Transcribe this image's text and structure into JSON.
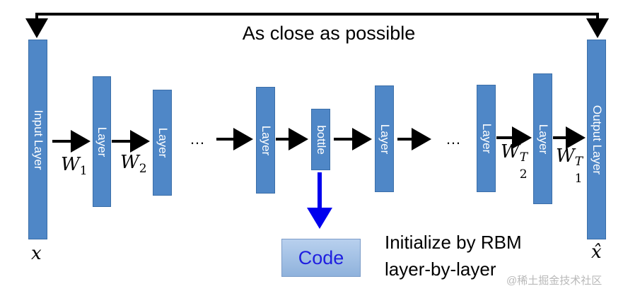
{
  "title": "As close as possible",
  "layers": {
    "input": "Input Layer",
    "output": "Output Layer",
    "hidden": "Layer",
    "bottle": "bottle"
  },
  "weights": {
    "w1": "W",
    "w1_sub": "1",
    "w2": "W",
    "w2_sub": "2",
    "w2t": "W",
    "w2t_sub": "2",
    "w2t_sup": "T",
    "w1t": "W",
    "w1t_sub": "1",
    "w1t_sup": "T"
  },
  "vars": {
    "x": "x",
    "x_hat": "x̂"
  },
  "ellipsis": "…",
  "code": "Code",
  "note": {
    "line1": "Initialize by RBM",
    "line2": "layer-by-layer"
  },
  "watermark": "@稀土掘金技术社区",
  "colors": {
    "layer": "#4f87c7",
    "arrow": "#000000",
    "code_arrow": "#0000ee",
    "code_text": "#1f1fe0"
  }
}
